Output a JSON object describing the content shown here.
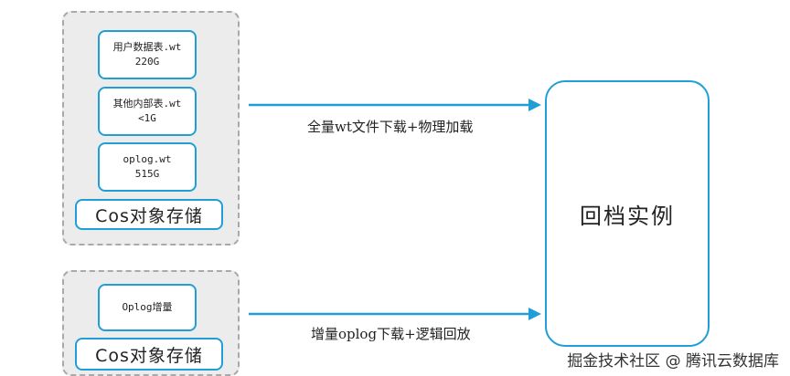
{
  "storage_top": {
    "tables": [
      {
        "name": "用户数据表.wt",
        "size": "220G"
      },
      {
        "name": "其他内部表.wt",
        "size": "<1G"
      },
      {
        "name": "oplog.wt",
        "size": "515G"
      }
    ],
    "label": "Cos对象存储"
  },
  "storage_bottom": {
    "item": "Oplog增量",
    "label": "Cos对象存储"
  },
  "target": {
    "label": "回档实例"
  },
  "arrows": {
    "top_label": "全量wt文件下载+物理加载",
    "bottom_label": "增量oplog下载+逻辑回放"
  },
  "colors": {
    "accent": "#1f9fd6",
    "group_bg": "#ececec",
    "group_border": "#a9a9a9"
  },
  "watermark": "掘金技术社区 @ 腾讯云数据库"
}
